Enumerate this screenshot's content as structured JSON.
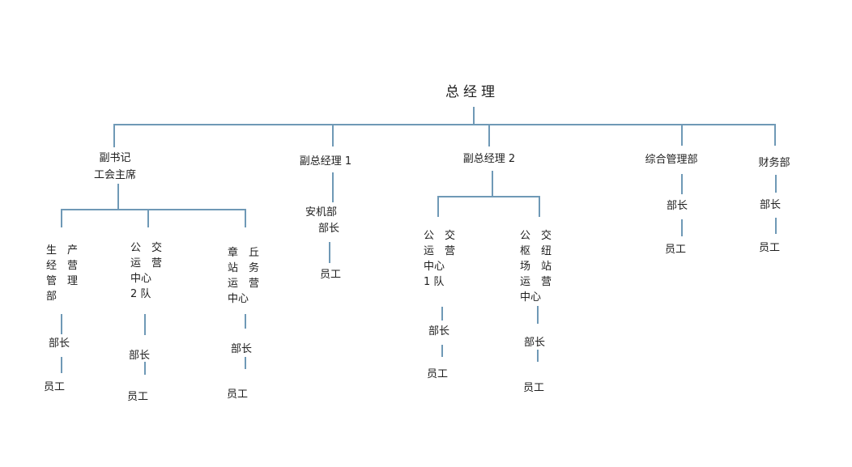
{
  "page": {
    "background_color": "#ffffff",
    "line_color": "#6f99b6",
    "text_color": "#1e1e1e"
  },
  "org": {
    "root": {
      "label": "总经理"
    },
    "branches": [
      {
        "id": "deputy-secretary",
        "label": "副书记\n工会主席",
        "children": [
          {
            "label": "生　产\n经　营\n管　理\n部",
            "manager": "部长",
            "staff": "员工"
          },
          {
            "label": "公　交\n运　营\n中心\n2 队",
            "manager": "部长",
            "staff": "员工"
          },
          {
            "label": "章　丘\n站　务\n运　营\n中心",
            "manager": "部长",
            "staff": "员工"
          }
        ]
      },
      {
        "id": "deputy-gm-1",
        "label": "副总经理 1",
        "children": [
          {
            "label": "安机部",
            "manager": "部长",
            "staff": "员工"
          }
        ]
      },
      {
        "id": "deputy-gm-2",
        "label": "副总经理 2",
        "children": [
          {
            "label": "公　交\n运　营\n中心\n1 队",
            "manager": "部长",
            "staff": "员工"
          },
          {
            "label": "公　交\n枢　纽\n场　站\n运　营\n中心",
            "manager": "部长",
            "staff": "员工"
          }
        ]
      },
      {
        "id": "general-management-dept",
        "label": "综合管理部",
        "manager": "部长",
        "staff": "员工"
      },
      {
        "id": "finance-dept",
        "label": "财务部",
        "manager": "部长",
        "staff": "员工"
      }
    ]
  }
}
